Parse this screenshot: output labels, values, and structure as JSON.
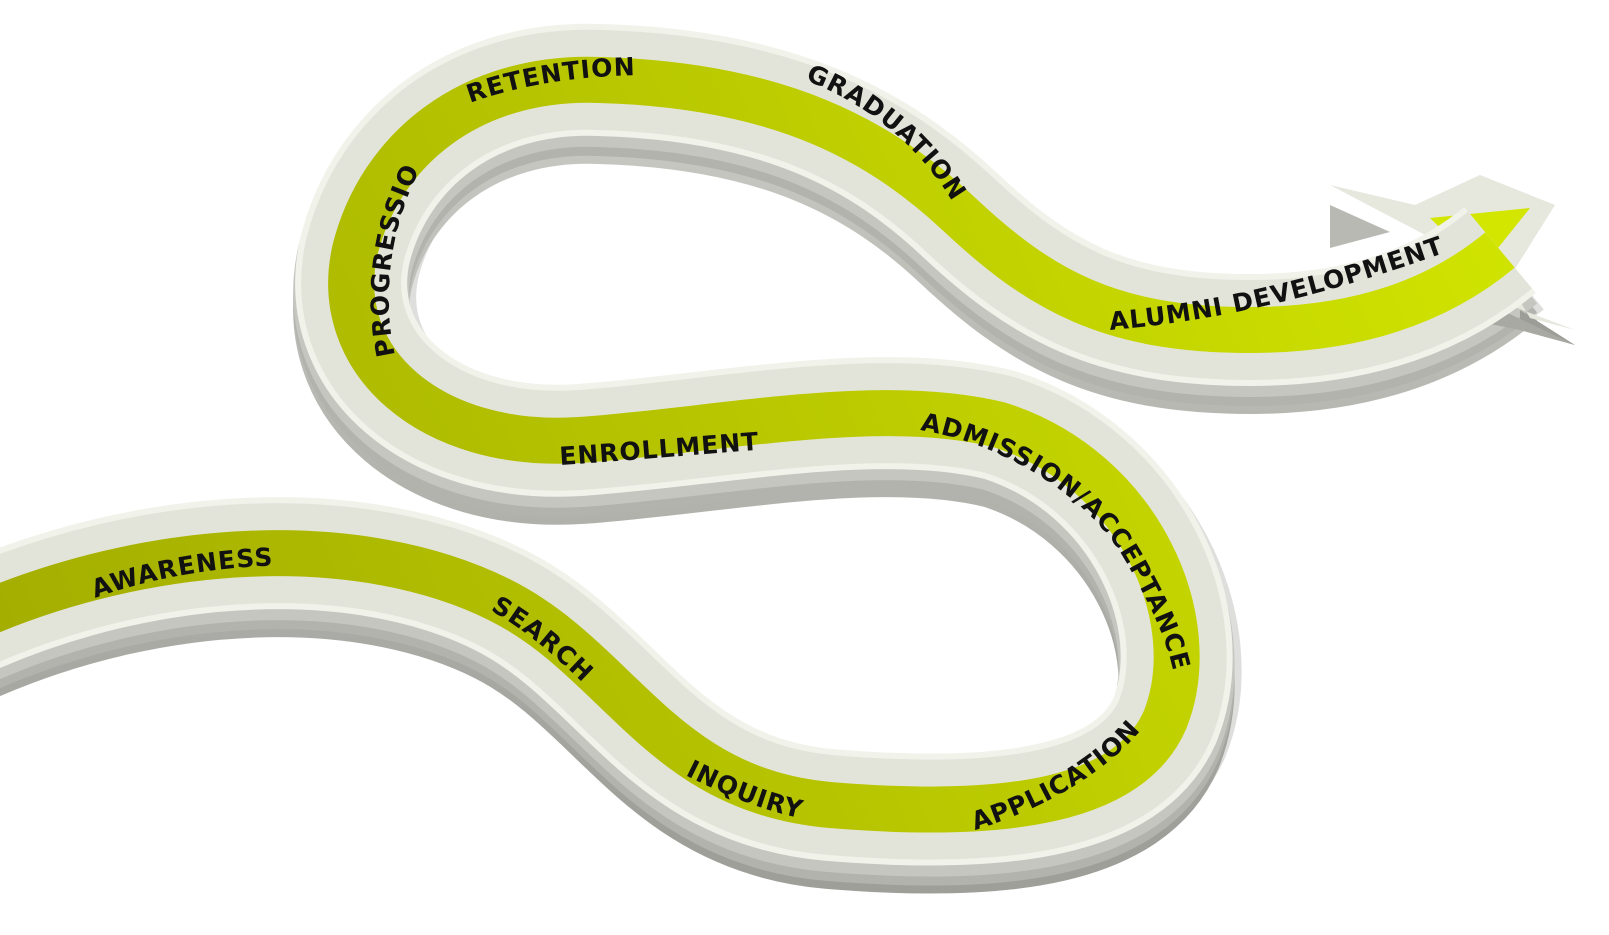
{
  "stages": [
    {
      "id": "awareness",
      "label": "AWARENESS"
    },
    {
      "id": "search",
      "label": "SEARCH"
    },
    {
      "id": "inquiry",
      "label": "INQUIRY"
    },
    {
      "id": "application",
      "label": "APPLICATION"
    },
    {
      "id": "admission",
      "label": "ADMISSION/ACCEPTANCE"
    },
    {
      "id": "enrollment",
      "label": "ENROLLMENT"
    },
    {
      "id": "progression",
      "label": "PROGRESSION"
    },
    {
      "id": "retention",
      "label": "RETENTION"
    },
    {
      "id": "graduation",
      "label": "GRADUATION"
    },
    {
      "id": "alumni",
      "label": "ALUMNI DEVELOPMENT"
    }
  ],
  "colors": {
    "lime": "#c8dc00",
    "olive": "#a8b400",
    "track": "#e6e7dd",
    "side": "#bdbdb8",
    "sideDark": "#9d9d98"
  }
}
